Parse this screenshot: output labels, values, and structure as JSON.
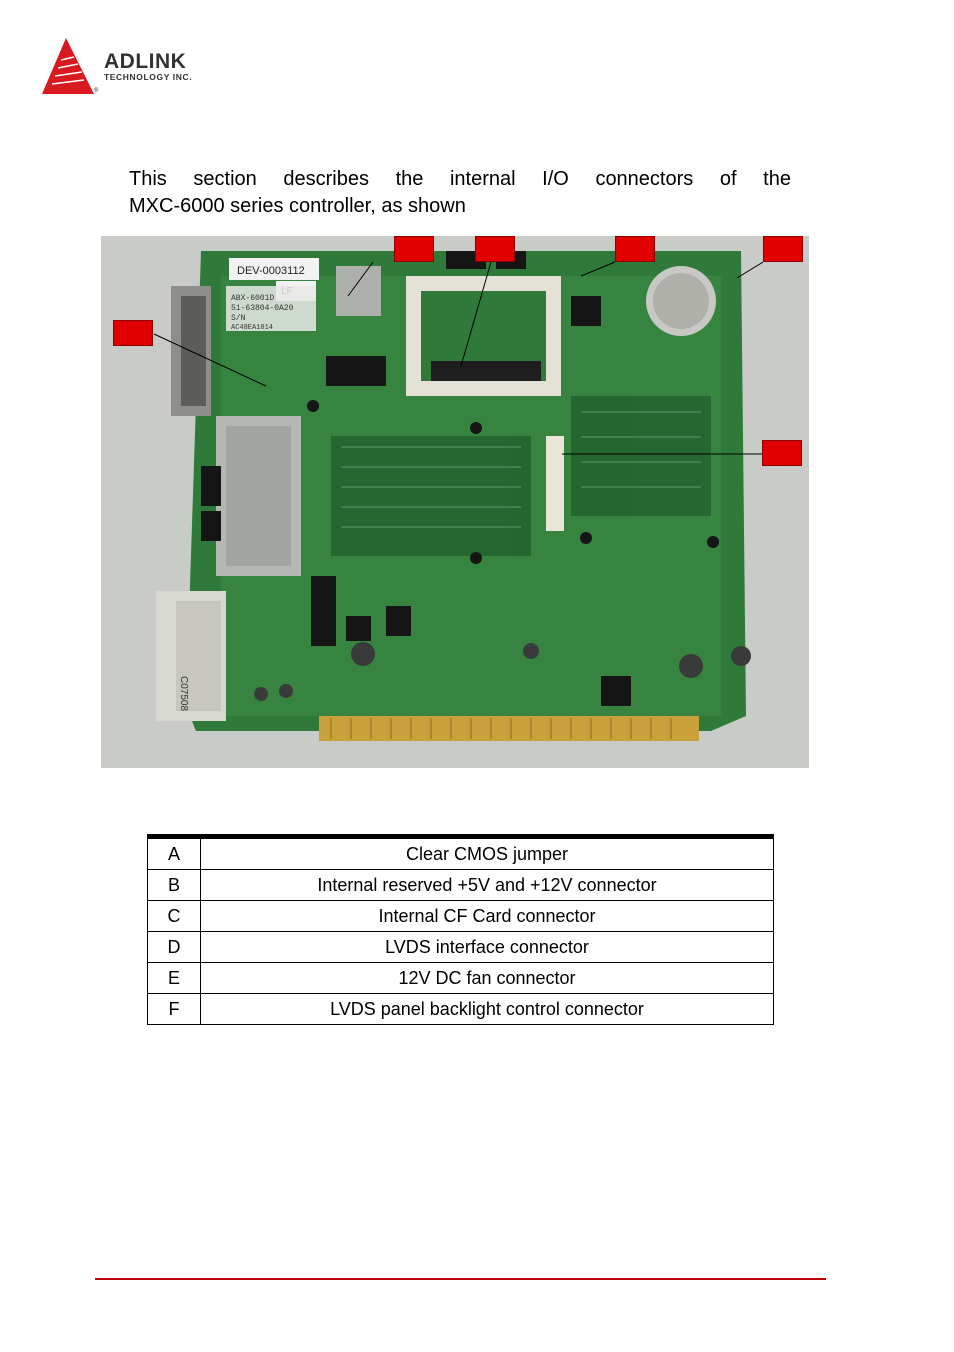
{
  "header": {
    "brand": "ADLINK",
    "brand_sub": "TECHNOLOGY INC.",
    "reg_mark": "®",
    "brand_color": "#d71920"
  },
  "intro": {
    "line1_words": [
      "This",
      "section",
      "describes",
      "the",
      "internal",
      "I/O",
      "connectors",
      "of",
      "the"
    ],
    "line2": "MXC-6000 series controller, as shown"
  },
  "board": {
    "silkscreen": [
      "DEV-0003112",
      "LF",
      "ABX-6001D",
      "51-63804-0A20",
      "S/N",
      "AC48EA1014",
      "C07508"
    ]
  },
  "connectors": [
    {
      "key": "A",
      "desc": "Clear CMOS jumper"
    },
    {
      "key": "B",
      "desc": "Internal reserved +5V and +12V connector"
    },
    {
      "key": "C",
      "desc": "Internal CF Card connector"
    },
    {
      "key": "D",
      "desc": "LVDS interface connector"
    },
    {
      "key": "E",
      "desc": "12V DC fan connector"
    },
    {
      "key": "F",
      "desc": "LVDS panel backlight control connector"
    }
  ]
}
